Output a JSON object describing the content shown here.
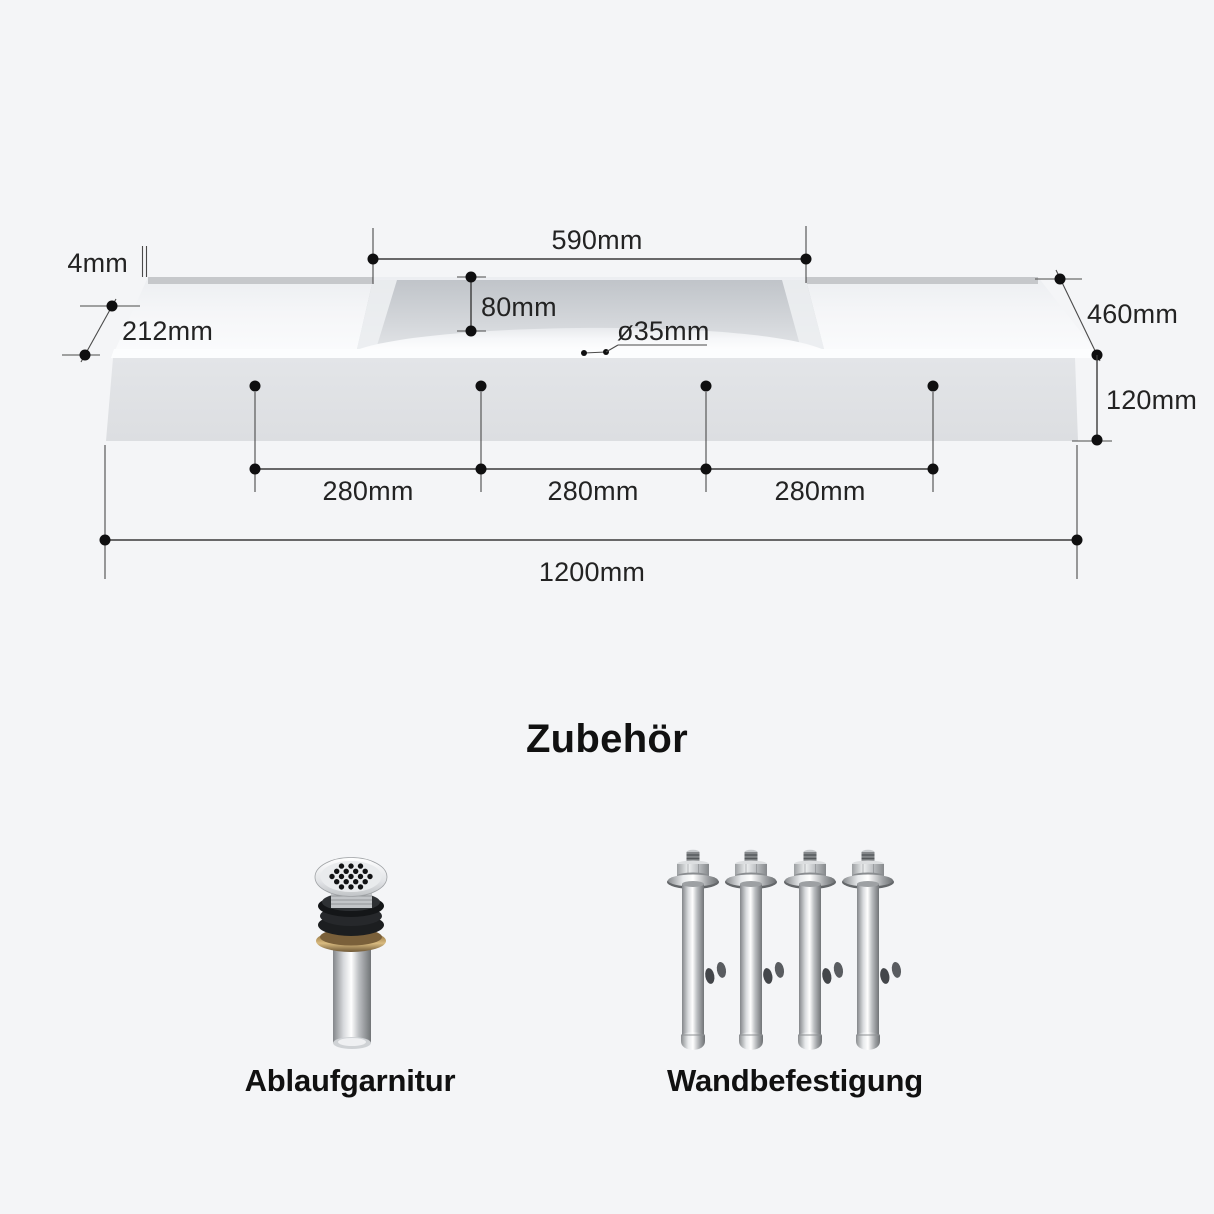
{
  "colors": {
    "background": "#f4f5f7",
    "dimension_line": "#3a3a3a",
    "dimension_dot": "#0f0f10",
    "dimension_text": "#232323",
    "label_text": "#111111",
    "sink_face": "#dfe1e4",
    "basin_shadow": "#c2c5ca",
    "back_rim": "#c6c8cb",
    "brass_washer": "#9a7b4e",
    "rubber_gasket": "#17191b",
    "chrome_mid": "#c9ccd0"
  },
  "sink_diagram": {
    "description": "wall-mounted washbasin dimension drawing",
    "dims": {
      "w590": "590mm",
      "d80": "80mm",
      "dia35": "ø35mm",
      "t4": "4mm",
      "d212": "212mm",
      "d460": "460mm",
      "h120": "120mm",
      "s280a": "280mm",
      "s280b": "280mm",
      "s280c": "280mm",
      "w1200": "1200mm"
    },
    "mounting_hole_count": 4
  },
  "accessories": {
    "title": "Zubehör",
    "drain_label": "Ablaufgarnitur",
    "anchors_label": "Wandbefestigung",
    "anchor_count": 4
  }
}
